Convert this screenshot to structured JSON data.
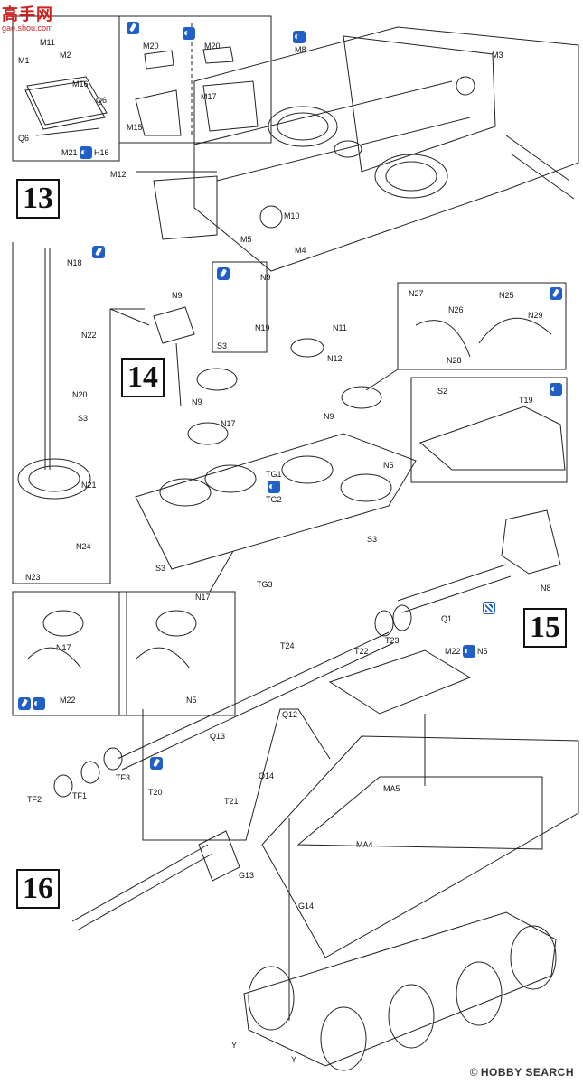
{
  "watermark_top": {
    "brand": "高手网",
    "url": "gao.shou.com"
  },
  "watermark_bottom": {
    "copyright": "©",
    "brand": "HOBBY SEARCH"
  },
  "steps": [
    "13",
    "14",
    "15",
    "16"
  ],
  "part_labels": {
    "step13": [
      "M11",
      "M2",
      "M1",
      "M16",
      "Q6",
      "Q6",
      "M21",
      "H16",
      "M20",
      "M20",
      "M15",
      "M17",
      "M8",
      "M3",
      "M12",
      "M10",
      "M5",
      "M4"
    ],
    "step14": [
      "N18",
      "N22",
      "N20",
      "S3",
      "N21",
      "N24",
      "N23",
      "N9",
      "N9",
      "N19",
      "S3",
      "N11",
      "N12",
      "N9",
      "N17",
      "N9",
      "N5",
      "TG1",
      "TG2",
      "TG3",
      "S3",
      "S3",
      "N27",
      "N26",
      "N25",
      "N29",
      "N28",
      "S2",
      "T19"
    ],
    "step15": [
      "N8",
      "Q1",
      "T22",
      "T23",
      "M22",
      "N5",
      "N17",
      "N17",
      "M22",
      "N5"
    ],
    "step16": [
      "T24",
      "Q12",
      "Q13",
      "Q14",
      "T20",
      "T21",
      "TF3",
      "TF1",
      "TF2",
      "MA5",
      "MA4",
      "G13",
      "G14",
      "Y",
      "Y"
    ]
  },
  "icons": [
    "glue-icon",
    "choose-icon",
    "paint-icon"
  ]
}
